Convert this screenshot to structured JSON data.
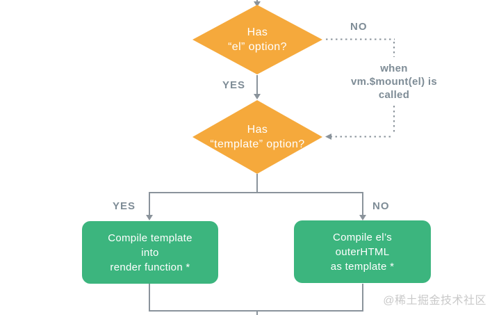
{
  "colors": {
    "diamond_orange": "#f5a93c",
    "process_green": "#3cb57e",
    "line_gray": "#8a939b",
    "label_gray": "#7e8c96",
    "watermark_gray": "#c9c9c9",
    "text_white": "#ffffff"
  },
  "flowchart": {
    "decision_el": {
      "line1": "Has",
      "line2": "“el” option?"
    },
    "decision_template": {
      "line1": "Has",
      "line2": "“template” option?"
    },
    "label_no_top": "NO",
    "label_yes_top": "YES",
    "label_yes_bottom": "YES",
    "label_no_bottom": "NO",
    "mount_note": {
      "line1": "when",
      "line2": "vm.$mount(el)",
      "line3": "is called"
    },
    "box_compile_template": {
      "line1": "Compile template",
      "line2": "into",
      "line3": "render function *"
    },
    "box_compile_el": {
      "line1": "Compile el’s",
      "line2": "outerHTML",
      "line3": "as template *"
    }
  },
  "watermark": "@稀土掘金技术社区"
}
